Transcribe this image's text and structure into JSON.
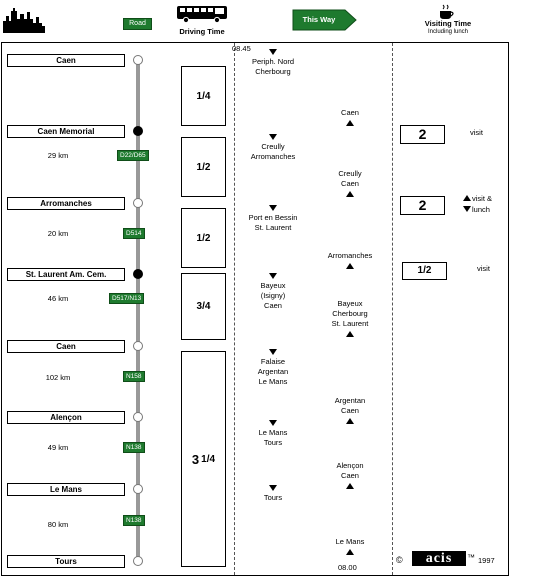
{
  "header": {
    "road_badge": "Road",
    "driving_time": "Driving Time",
    "this_way": "This Way",
    "visiting_time": "Visiting Time",
    "including_lunch": "Including lunch"
  },
  "stops": [
    {
      "name": "Caen"
    },
    {
      "name": "Caen Memorial"
    },
    {
      "name": "Arromanches"
    },
    {
      "name": "St. Laurent Am. Cem."
    },
    {
      "name": "Caen"
    },
    {
      "name": "Alençon"
    },
    {
      "name": "Le Mans"
    },
    {
      "name": "Tours"
    }
  ],
  "segments": [
    {
      "distance": "29 km",
      "road": "D22/D65"
    },
    {
      "distance": "20 km",
      "road": "D514"
    },
    {
      "distance": "46 km",
      "road": "D517/N13"
    },
    {
      "distance": "102 km",
      "road": "N158"
    },
    {
      "distance": "49 km",
      "road": "N138"
    },
    {
      "distance": "80 km",
      "road": "N138"
    }
  ],
  "driving_times": [
    {
      "whole": "",
      "frac": "1/4"
    },
    {
      "whole": "",
      "frac": "1/2"
    },
    {
      "whole": "",
      "frac": "1/2"
    },
    {
      "whole": "",
      "frac": "3/4"
    },
    {
      "whole": "3",
      "frac": "1/4"
    }
  ],
  "outbound": {
    "start_time": "08.45",
    "waypoints": [
      [
        "Periph. Nord",
        "Cherbourg"
      ],
      [
        "Creully",
        "Arromanches"
      ],
      [
        "Port en Bessin",
        "St. Laurent"
      ],
      [
        "Bayeux",
        "(Isigny)",
        "Caen"
      ],
      [
        "Falaise",
        "Argentan",
        "Le Mans"
      ],
      [
        "Le Mans",
        "Tours"
      ],
      [
        "Tours"
      ]
    ]
  },
  "return": {
    "end_time": "08.00",
    "waypoints": [
      [
        "Caen"
      ],
      [
        "Creully",
        "Caen"
      ],
      [
        "Arromanches"
      ],
      [
        "Bayeux",
        "Cherbourg",
        "St. Laurent"
      ],
      [
        "Argentan",
        "Caen"
      ],
      [
        "Alençon",
        "Caen"
      ],
      [
        "Le Mans"
      ]
    ]
  },
  "visits": [
    {
      "hours": "2",
      "note": "visit"
    },
    {
      "hours": "2",
      "note": "visit &",
      "note2": "lunch"
    },
    {
      "hours": "1/2",
      "note": "visit"
    }
  ],
  "footer": {
    "copyright": "©",
    "brand": "acis",
    "tm": "™",
    "year": "1997"
  }
}
